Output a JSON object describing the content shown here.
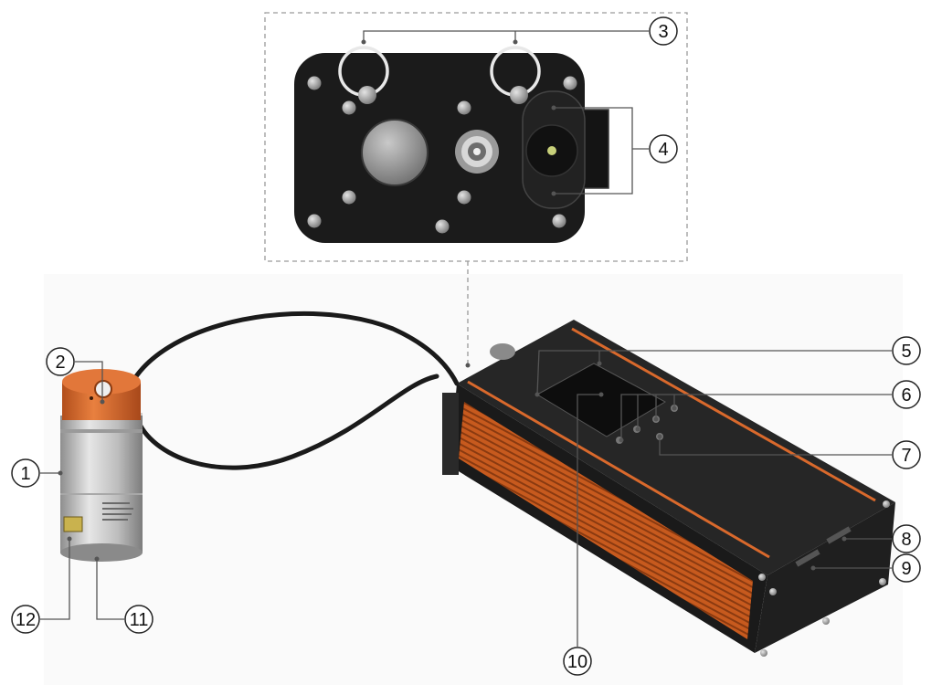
{
  "diagram": {
    "callouts": [
      {
        "id": "1",
        "label": "1"
      },
      {
        "id": "2",
        "label": "2"
      },
      {
        "id": "3",
        "label": "3"
      },
      {
        "id": "4",
        "label": "4"
      },
      {
        "id": "5",
        "label": "5"
      },
      {
        "id": "6",
        "label": "6"
      },
      {
        "id": "7",
        "label": "7"
      },
      {
        "id": "8",
        "label": "8"
      },
      {
        "id": "9",
        "label": "9"
      },
      {
        "id": "10",
        "label": "10"
      },
      {
        "id": "11",
        "label": "11"
      },
      {
        "id": "12",
        "label": "12"
      }
    ],
    "colors": {
      "accent_orange": "#d9692c",
      "body_dark": "#1e1e1e",
      "leader_line": "#555555",
      "dashed_box": "#9a9a9a"
    }
  }
}
